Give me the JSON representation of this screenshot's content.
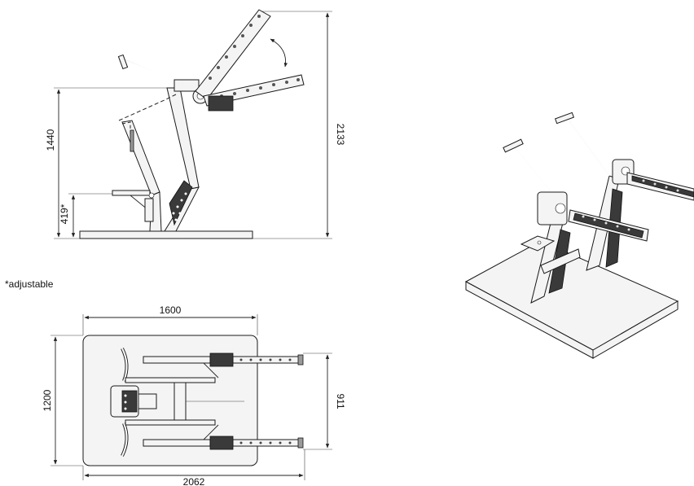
{
  "dimensions": {
    "height_seat": "1440",
    "seat_height": "419*",
    "overall_height": "2133",
    "width_top": "1600",
    "depth_left": "1200",
    "arm_span": "911",
    "length_bottom": "2062"
  },
  "note": "*adjustable",
  "views": {
    "side": "side-elevation",
    "top": "plan-view",
    "iso": "isometric-view"
  }
}
